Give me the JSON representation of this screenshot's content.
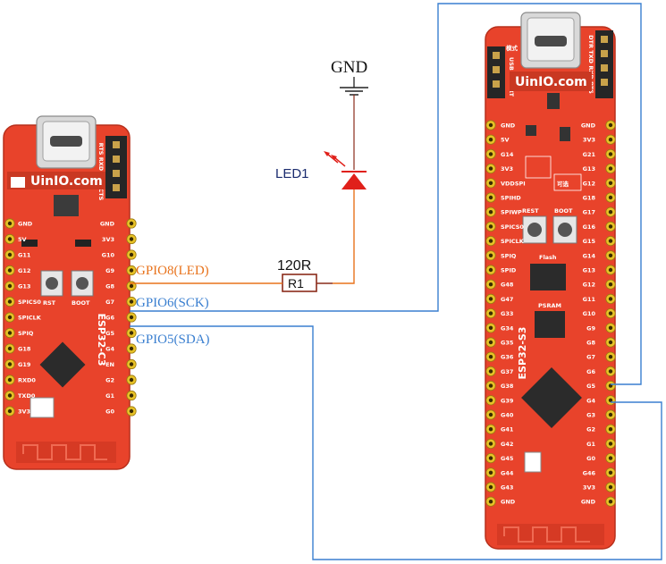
{
  "wires": {
    "gnd_label": "GND",
    "led_label": "LED1",
    "resistor_value": "120R",
    "resistor_ref": "R1",
    "gpio8_label": "GPIO8(LED)",
    "gpio6_label": "GPIO6(SCK)",
    "gpio5_label": "GPIO5(SDA)"
  },
  "colors": {
    "board": "#e8432b",
    "led_wire": "#e8731c",
    "signal_wire": "#3a7fd0",
    "led_red": "#e0201a",
    "text_blue": "#1a2b6e"
  },
  "board_c3": {
    "brand": "UinIO.com",
    "name": "ESP32-C3",
    "left_pins": [
      "GND",
      "5V",
      "G11",
      "G12",
      "G13",
      "SPICS0",
      "SPICLK",
      "SPIQ",
      "G18",
      "G19",
      "RXD0",
      "TXD0",
      "3V3"
    ],
    "right_pins": [
      "GND",
      "3V3",
      "G10",
      "G9",
      "G8",
      "G7",
      "G6",
      "G5",
      "G4",
      "EN",
      "G2",
      "G1",
      "G0"
    ],
    "button_rst": "RST",
    "button_boot": "BOOT",
    "header_label": "RTS RXD TXD CTS"
  },
  "board_s3": {
    "brand": "UinIO.com",
    "name": "ESP32-S3",
    "left_pins": [
      "GND",
      "5V",
      "G14",
      "3V3",
      "VDDSPI",
      "SPIHD",
      "SPIWP",
      "SPICS0",
      "SPICLK",
      "SPIQ",
      "SPID",
      "G48",
      "G47",
      "G33",
      "G34",
      "G35",
      "G36",
      "G37",
      "G38",
      "G39",
      "G40",
      "G41",
      "G42",
      "G45",
      "G44",
      "G43",
      "GND"
    ],
    "right_pins": [
      "GND",
      "3V3",
      "G21",
      "G13",
      "G12",
      "G18",
      "G17",
      "G16",
      "G15",
      "G14",
      "G13",
      "G12",
      "G11",
      "G10",
      "G9",
      "G8",
      "G7",
      "G6",
      "G5",
      "G4",
      "G3",
      "G2",
      "G1",
      "G0",
      "G46",
      "3V3",
      "GND"
    ],
    "button_rest": "REST",
    "button_boot": "BOOT",
    "flash_label": "Flash",
    "psram_label": "PSRAM",
    "usb_left": "USB ↔ UART",
    "usb_right": "DTR TXD RXD RTS",
    "mode_label": "模式",
    "selectable": "可选"
  }
}
